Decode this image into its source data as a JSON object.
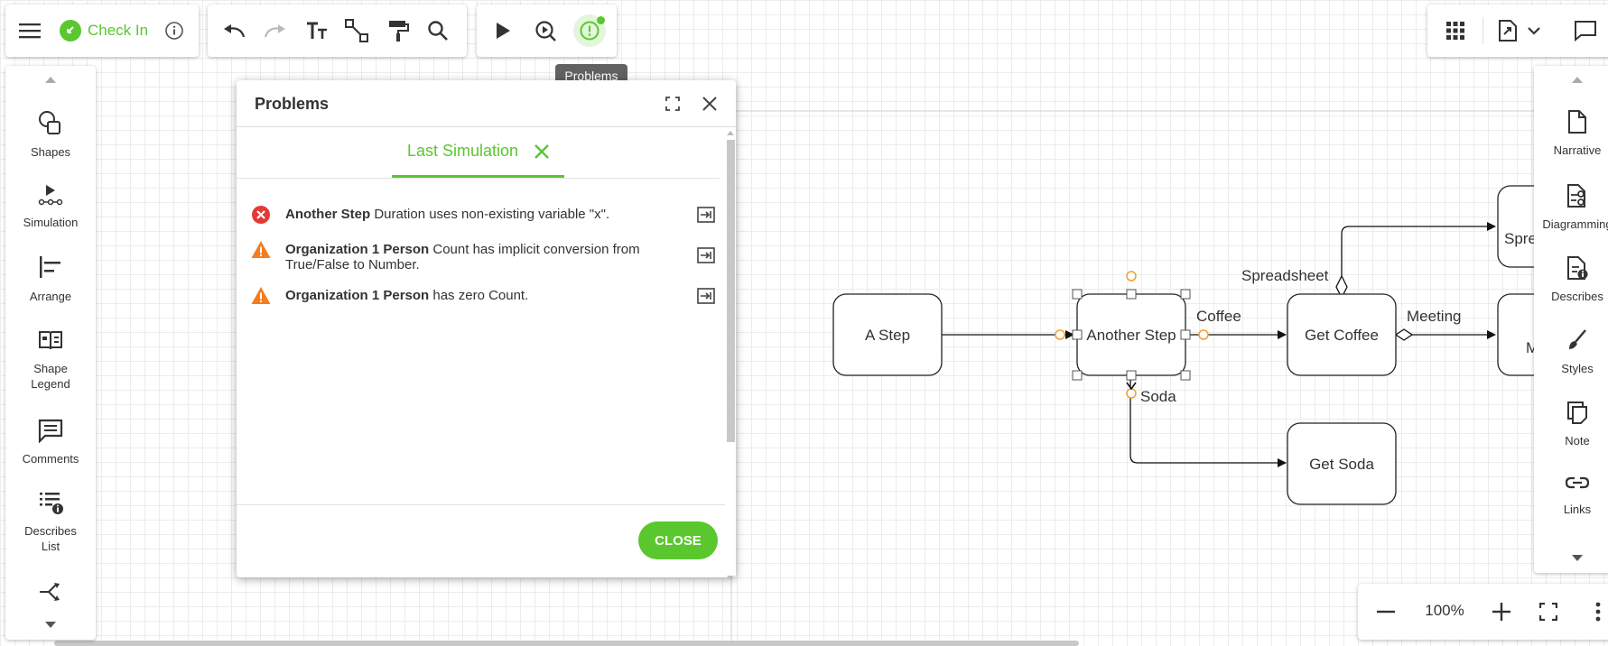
{
  "toolbar": {
    "menu_icon": "hamburger-icon",
    "check_in_label": "Check In",
    "accent": "#5ac72e",
    "problems_tooltip": "Problems"
  },
  "left_sidebar": {
    "items": [
      {
        "label": "Shapes",
        "icon": "shapes-icon"
      },
      {
        "label": "Simulation",
        "icon": "simulation-icon"
      },
      {
        "label": "Arrange",
        "icon": "arrange-icon"
      },
      {
        "label": "Shape Legend",
        "icon": "shape-legend-icon"
      },
      {
        "label": "Comments",
        "icon": "comments-icon"
      },
      {
        "label": "Describes List",
        "icon": "describes-list-icon"
      }
    ]
  },
  "right_sidebar": {
    "items": [
      {
        "label": "Narrative",
        "icon": "document-icon"
      },
      {
        "label": "Diagramming",
        "icon": "diagramming-icon"
      },
      {
        "label": "Describes",
        "icon": "describes-icon"
      },
      {
        "label": "Styles",
        "icon": "brush-icon"
      },
      {
        "label": "Note",
        "icon": "note-icon"
      },
      {
        "label": "Links",
        "icon": "link-icon"
      }
    ]
  },
  "problems_dialog": {
    "title": "Problems",
    "tab_label": "Last Simulation",
    "problems": [
      {
        "severity": "error",
        "subject": "Another Step",
        "message": "Duration uses non-existing variable \"x\"."
      },
      {
        "severity": "warning",
        "subject": "Organization 1 Person",
        "message": "Count has implicit conversion from",
        "message_line2": "True/False to Number."
      },
      {
        "severity": "warning",
        "subject": "Organization 1 Person",
        "message": "has zero Count."
      }
    ],
    "close_label": "CLOSE",
    "error_color": "#e53935",
    "warning_color": "#f57c1f"
  },
  "diagram": {
    "nodes": {
      "a_step": "A Step",
      "another_step": "Another Step",
      "get_coffee": "Get Coffee",
      "get_soda": "Get Soda",
      "partial_top": "Spre",
      "partial_mid": "M"
    },
    "edge_labels": {
      "coffee": "Coffee",
      "spreadsheet": "Spreadsheet",
      "meeting": "Meeting",
      "soda": "Soda"
    }
  },
  "zoom": {
    "level": "100%"
  }
}
